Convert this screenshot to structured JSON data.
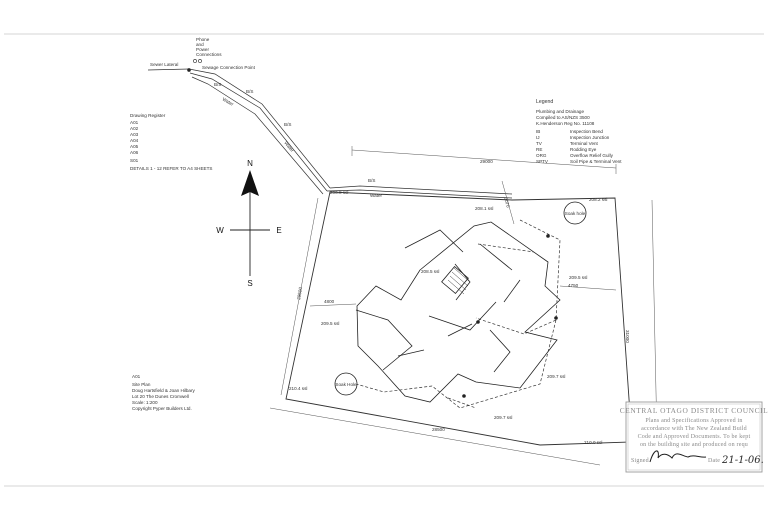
{
  "top_note": {
    "lines": [
      "Phone",
      "and",
      "Power",
      "Connections"
    ]
  },
  "sewer": {
    "lateral": "Sewer Lateral",
    "connection": "Sewage Connection Point"
  },
  "drawing_register": {
    "title": "Drawing Register",
    "items": [
      "A01",
      "A02",
      "A03",
      "A04",
      "A05",
      "A06"
    ],
    "s01": "S01",
    "details": "DETAILS 1 - 12 REFER TO A4 SHEETS"
  },
  "compass": {
    "n": "N",
    "s": "S",
    "e": "E",
    "w": "W"
  },
  "legend": {
    "title": "Legend",
    "subtitle": [
      "Plumbing and Drainage",
      "Compiled to AS/NZS 3500",
      "K.Henderson Reg No. 11108"
    ],
    "entries": [
      {
        "code": "IB",
        "desc": "Inspection Bend"
      },
      {
        "code": "IJ",
        "desc": "Inspection Junction"
      },
      {
        "code": "TV",
        "desc": "Terminal Vent"
      },
      {
        "code": "RE",
        "desc": "Rodding Eye"
      },
      {
        "code": "ORG",
        "desc": "Overflow Relief Gully"
      },
      {
        "code": "SPTV",
        "desc": "Soil Pipe & Terminal Vent"
      }
    ]
  },
  "title_block": {
    "lines": [
      "A01",
      "Site Plan",
      "Doug Hartsfield & Joan Hilbary",
      "Lot 20 The Dunes Cromwell",
      "Scale: 1:200",
      "Copyright Pyper Builders Ltd."
    ]
  },
  "dims": {
    "top": "29000",
    "bottom": "28500",
    "left": "29500",
    "right": "31000",
    "right_inner": "4750",
    "left_inner": "4800",
    "top_short": "3070",
    "el_206_8": "206.8 ssl",
    "el_208_1": "208.1 ssl",
    "el_208_2": "208.2 ssl",
    "el_209_5": "209.5 ssl",
    "el_208_5": "208.5 ssl",
    "el_210_4": "210.4 ssl",
    "el_210_0": "210.0 ssl",
    "el_209_7a": "209.7 ssl",
    "el_209_7b": "209.7 ssl",
    "el_209_5b": "209.5 ssl"
  },
  "soak_holes": [
    "Soak hole",
    "Soak Hole"
  ],
  "pipe_labels": {
    "water": "Water",
    "b_labels": [
      "B/S",
      "B/S",
      "B/S",
      "B/S"
    ]
  },
  "stamp": {
    "title": "CENTRAL OTAGO DISTRICT COUNCIL",
    "lines": [
      "Plans and Specifications Approved in",
      "accordance with The New Zealand Build",
      "Code and Approved Documents. To be kept",
      "on the building site and produced on requ"
    ],
    "signed": "Signed",
    "date_label": "Date",
    "date_value": "21-1-06."
  }
}
